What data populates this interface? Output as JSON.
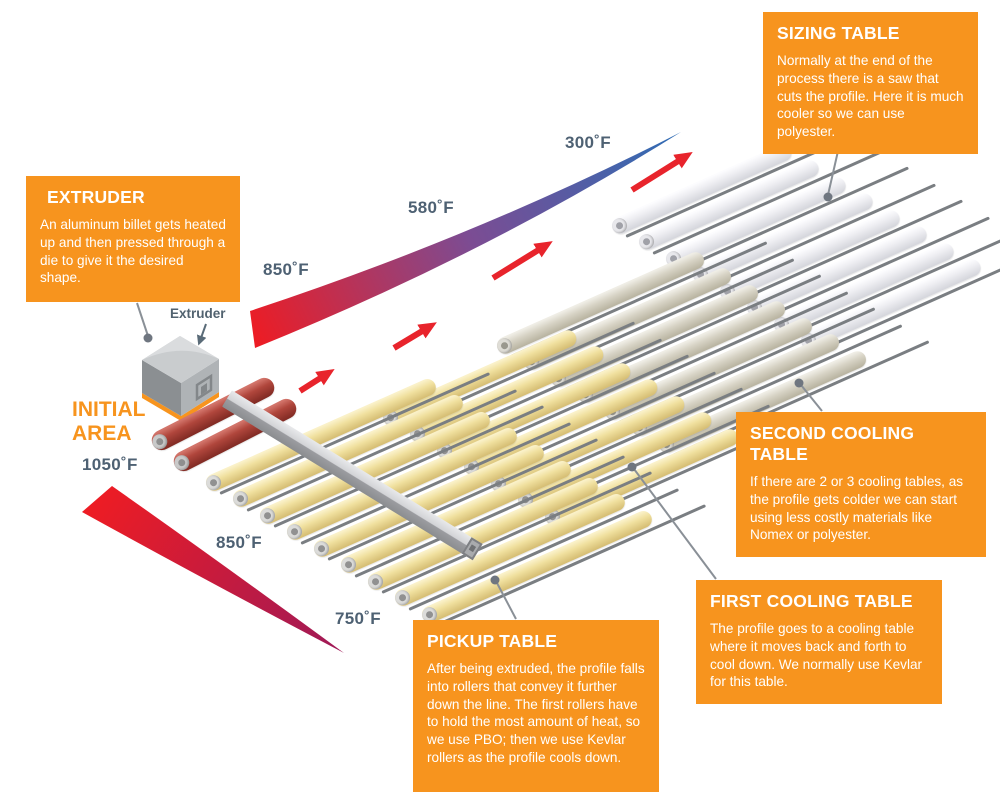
{
  "callouts": [
    {
      "id": "extruder",
      "title": "EXTRUDER",
      "body": "An aluminum billet gets heated up and then pressed through a die to give it the desired shape."
    },
    {
      "id": "sizing-table",
      "title": "SIZING TABLE",
      "body": "Normally at the end of the process there is a saw that cuts the profile. Here it is much cooler so we can use polyester."
    },
    {
      "id": "second-cooling-table",
      "title": "SECOND COOLING TABLE",
      "body": "If there are 2 or 3 cooling tables, as the profile gets colder we can start using less costly materials like Nomex or polyester."
    },
    {
      "id": "first-cooling-table",
      "title": "FIRST COOLING TABLE",
      "body": "The profile goes to a cooling table where it moves back and forth to cool down. We normally use Kevlar for this table."
    },
    {
      "id": "pickup-table",
      "title": "PICKUP TABLE",
      "body": "After being extruded, the profile falls into rollers that convey it further down the line. The first rollers have to hold the most amount of heat, so we use PBO; then we use Kevlar rollers as the profile cools down."
    }
  ],
  "diagram": {
    "labels": {
      "initial_area": "INITIAL AREA",
      "extruder_pointer": "Extruder"
    },
    "temperatures": [
      {
        "text": "1050˚F"
      },
      {
        "text": "850˚F"
      },
      {
        "text": "750˚F"
      },
      {
        "text": "850˚F"
      },
      {
        "text": "580˚F"
      },
      {
        "text": "300˚F"
      }
    ],
    "tables": [
      {
        "id": "initial-area",
        "rollers": 2,
        "colors": {
          "hi": "#D2746A",
          "base": "#B0463C",
          "lo": "#822B24",
          "cap": "#C9C9C9",
          "core": "#8F8F8F"
        }
      },
      {
        "id": "pickup-table",
        "rollers": 9,
        "colors": {
          "hi": "#FAF1C8",
          "base": "#F0E09E",
          "lo": "#D6BE74",
          "cap": "#DCDCDA",
          "core": "#919191"
        }
      },
      {
        "id": "first-cooling-table",
        "rollers": 7,
        "colors": {
          "hi": "#FAF1C8",
          "base": "#F0E09E",
          "lo": "#D6BE74",
          "cap": "#DCDCDA",
          "core": "#919191"
        }
      },
      {
        "id": "second-cooling-table",
        "rollers": 7,
        "colors": {
          "hi": "#EFEDE5",
          "base": "#D8D4C6",
          "lo": "#B9B4A1",
          "cap": "#DFDDD6",
          "core": "#9A988E"
        }
      },
      {
        "id": "sizing-table",
        "rollers": 8,
        "colors": {
          "hi": "#FCFCFE",
          "base": "#EEEEF2",
          "lo": "#D5D6DC",
          "cap": "#E8E8EC",
          "core": "#A0A1A8"
        }
      }
    ]
  },
  "colors": {
    "accent_orange": "#F7941E",
    "flow_arrow_red": "#E8242C",
    "temperature_label": "#4E6173",
    "gradient_hot": "#ED1C24",
    "gradient_mid": "#7C4C93",
    "gradient_cold": "#2E6DB5",
    "gradient_initial_end": "#9E1A58",
    "connector_gray": "#8A9097"
  }
}
